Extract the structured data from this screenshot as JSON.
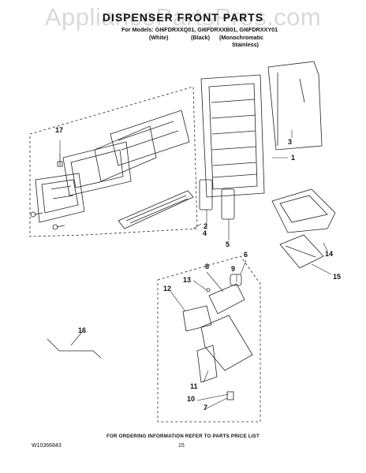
{
  "watermark": "AppliancePartsPros.com",
  "title": "DISPENSER FRONT PARTS",
  "models_line": "For Models: GI6FDRXXQ01, GI6FDRXXB01, GI6FDRXXY01",
  "variants": {
    "white": "(White)",
    "black": "(Black)",
    "mono_line1": "(Monochromatic",
    "mono_line2": "Stainless)"
  },
  "callouts": {
    "c1": "1",
    "c2": "2",
    "c3": "3",
    "c4": "4",
    "c5": "5",
    "c6": "6",
    "c7": "7",
    "c8": "8",
    "c9": "9",
    "c10": "10",
    "c11": "11",
    "c12": "12",
    "c13": "13",
    "c14": "14",
    "c15": "15",
    "c16": "16",
    "c17": "17"
  },
  "footer": {
    "note": "FOR ORDERING INFORMATION REFER TO PARTS PRICE LIST",
    "doc_number": "W10366843",
    "page_number": "15"
  }
}
